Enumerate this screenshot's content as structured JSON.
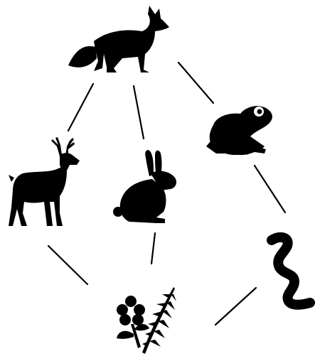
{
  "diagram": {
    "type": "food-web",
    "ink_color": "#000000",
    "background_color": "#ffffff",
    "nodes": [
      {
        "id": "fox",
        "icon": "fox-icon"
      },
      {
        "id": "deer",
        "icon": "deer-icon"
      },
      {
        "id": "rabbit",
        "icon": "rabbit-icon"
      },
      {
        "id": "frog",
        "icon": "frog-icon"
      },
      {
        "id": "worm",
        "icon": "worm-icon"
      },
      {
        "id": "plants",
        "icon": "plant-icon"
      }
    ],
    "edges": [
      {
        "from": "fox",
        "to": "deer"
      },
      {
        "from": "fox",
        "to": "rabbit"
      },
      {
        "from": "fox",
        "to": "frog"
      },
      {
        "from": "deer",
        "to": "plants"
      },
      {
        "from": "rabbit",
        "to": "plants"
      },
      {
        "from": "frog",
        "to": "worm"
      },
      {
        "from": "worm",
        "to": "plants"
      }
    ]
  }
}
